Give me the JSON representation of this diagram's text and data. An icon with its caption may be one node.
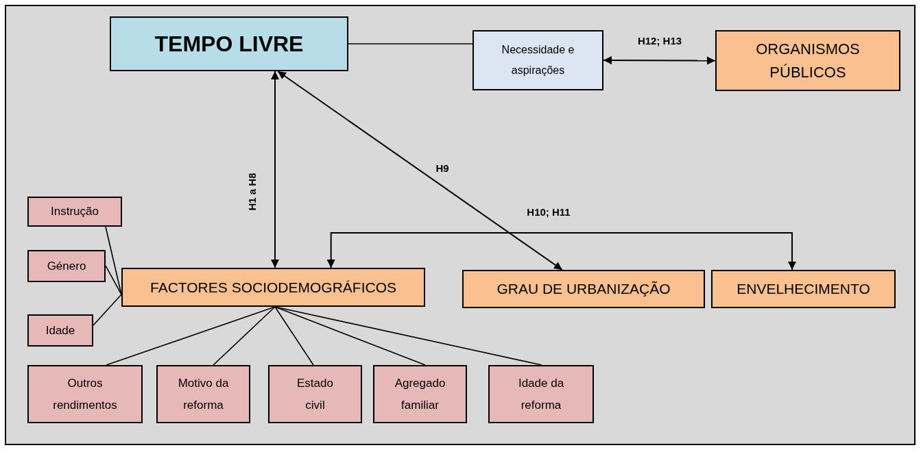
{
  "diagram": {
    "nodes": [
      {
        "text": [
          "TEMPO LIVRE"
        ]
      },
      {
        "text": [
          "Necessidade e aspirações"
        ]
      },
      {
        "text": [
          "ORGANISMOS PÚBLICOS"
        ]
      },
      {
        "text": [
          "Instrução"
        ]
      },
      {
        "text": [
          "Género"
        ]
      },
      {
        "text": [
          "Idade"
        ]
      },
      {
        "text": [
          "FACTORES SOCIODEMOGRÁFICOS"
        ]
      },
      {
        "text": [
          "GRAU DE URBANIZAÇÃO"
        ]
      },
      {
        "text": [
          "ENVELHECIMENTO"
        ]
      },
      {
        "text": [
          "Outros rendimentos"
        ]
      },
      {
        "text": [
          "Motivo da reforma"
        ]
      },
      {
        "text": [
          "Estado civil"
        ]
      },
      {
        "text": [
          "Agregado familiar"
        ]
      },
      {
        "text": [
          "Idade da reforma"
        ]
      }
    ],
    "edges": [
      {
        "from": 0,
        "to": 1,
        "arrow": "none"
      },
      {
        "from": 1,
        "to": 2,
        "arrow": "both",
        "label": "H12; H13"
      },
      {
        "from": 0,
        "to": 6,
        "arrow": "both",
        "label": "H1 a H8"
      },
      {
        "from": 0,
        "to": 7,
        "arrow": "both",
        "label": "H9"
      },
      {
        "from": 6,
        "to": 8,
        "arrow": "both",
        "label": "H10; H11"
      },
      {
        "from": 3,
        "to": 6,
        "arrow": "none"
      },
      {
        "from": 4,
        "to": 6,
        "arrow": "none"
      },
      {
        "from": 5,
        "to": 6,
        "arrow": "none"
      },
      {
        "from": 6,
        "to": 9,
        "arrow": "none"
      },
      {
        "from": 6,
        "to": 10,
        "arrow": "none"
      },
      {
        "from": 6,
        "to": 11,
        "arrow": "none"
      },
      {
        "from": 6,
        "to": 12,
        "arrow": "none"
      },
      {
        "from": 6,
        "to": 13,
        "arrow": "none"
      }
    ]
  }
}
